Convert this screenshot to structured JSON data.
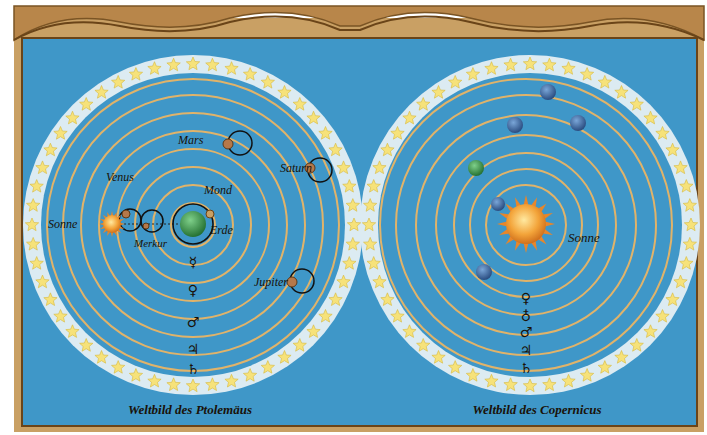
{
  "diagram": {
    "labels": [
      "Mars",
      "Saturn",
      "Venus",
      "Mond",
      "Sonne",
      "Erde",
      "Merkur",
      "Jupiter",
      "☿",
      "♀",
      "♂",
      "♃",
      "♄",
      "Weltbild des Ptolemäus",
      "Sonne",
      "♀",
      "♁",
      "♂",
      "♃",
      "♄",
      "Weltbild des Copernicus"
    ]
  }
}
